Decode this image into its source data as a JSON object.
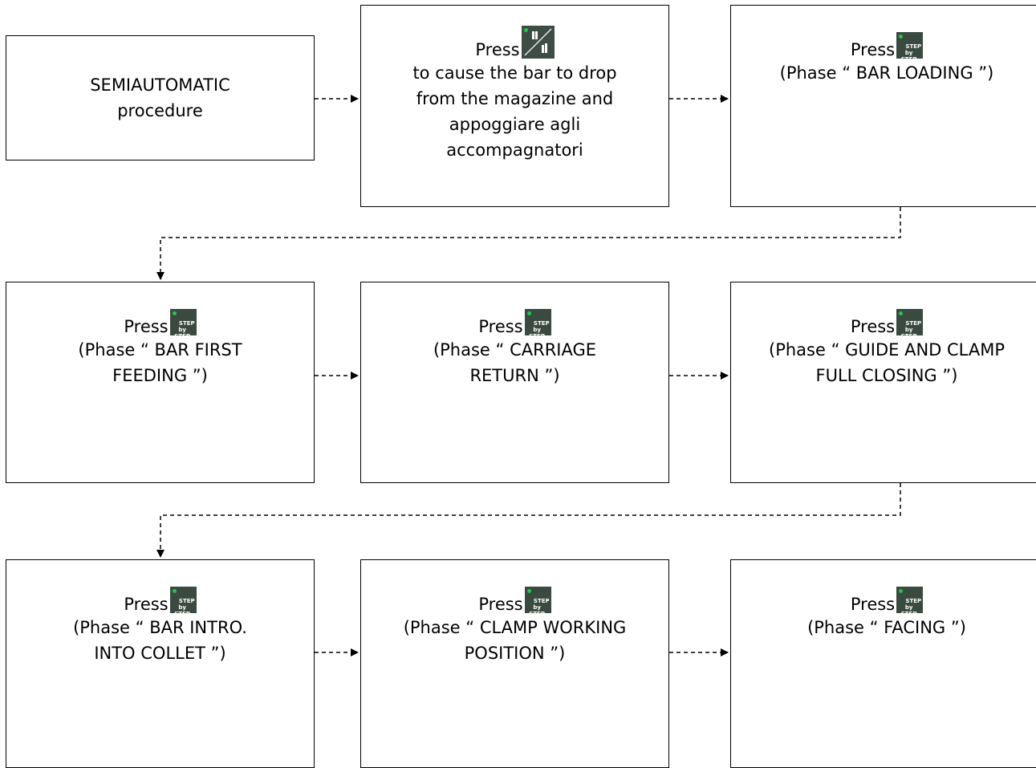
{
  "steps": [
    {
      "lines": [
        "SEMIAUTOMATIC",
        "procedure"
      ]
    },
    {
      "press": "Press",
      "icon": "bar-drop-icon",
      "lines": [
        "to cause the bar to drop",
        "from the magazine and",
        "appoggiare agli",
        "accompagnatori"
      ]
    },
    {
      "press": "Press",
      "icon": "step-by-step-icon",
      "lines": [
        "(Phase “ BAR LOADING ”)"
      ]
    },
    {
      "press": "Press",
      "icon": "step-by-step-icon",
      "lines": [
        "(Phase “ BAR FIRST",
        "FEEDING ”)"
      ]
    },
    {
      "press": "Press",
      "icon": "step-by-step-icon",
      "lines": [
        "(Phase “ CARRIAGE",
        "RETURN ”)"
      ]
    },
    {
      "press": "Press",
      "icon": "step-by-step-icon",
      "lines": [
        "(Phase “ GUIDE AND CLAMP",
        "FULL CLOSING ”)"
      ]
    },
    {
      "press": "Press",
      "icon": "step-by-step-icon",
      "lines": [
        "(Phase “ BAR INTRO.",
        "INTO COLLET ”)"
      ]
    },
    {
      "press": "Press",
      "icon": "step-by-step-icon",
      "lines": [
        "(Phase “ CLAMP WORKING",
        "POSITION ”)"
      ]
    },
    {
      "press": "Press",
      "icon": "step-by-step-icon",
      "lines": [
        "(Phase “ FACING ”)"
      ]
    }
  ],
  "icon_text": {
    "step_line1": "STEP",
    "step_line2": "by STEP"
  },
  "colors": {
    "icon_bg": "#3a4a40",
    "icon_led": "#22c84a",
    "line": "#000000"
  }
}
